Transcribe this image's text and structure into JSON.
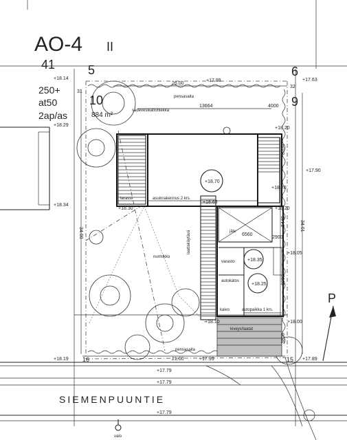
{
  "zoning": {
    "code": "AO-4",
    "floors": "II",
    "block": "41",
    "area_right": "250+",
    "at": "at50",
    "parking": "2ap/as",
    "plot_no": "10",
    "plot_area": "884 m²"
  },
  "boundary_points": {
    "p5": "5",
    "p6": "6",
    "p9": "9",
    "p31": "31",
    "p32": "32",
    "p16": "16",
    "p15": "15"
  },
  "levels": {
    "nw": "+18.14",
    "ne": "+17.63",
    "top": "+17.88",
    "w1": "+18.29",
    "w2": "+18.34",
    "w3": "+18.30",
    "e1": "+18.20",
    "e2": "+17.90",
    "e3": "+18.20",
    "e4": "+18.05",
    "e5": "+18.00",
    "bottom_left": "+18.19",
    "bottom_mid": "+17.93",
    "bottom_right": "+17.89",
    "street1": "+17.79",
    "street2": "+17.79",
    "street3": "+17.79",
    "house": "+18.70",
    "terrace_a": "+18.65",
    "garage": "+18.35",
    "carport": "+18.25",
    "entry": "+18.10",
    "e_lev": "+18.20"
  },
  "dims": {
    "top": "26.00",
    "bottom": "21.00",
    "west": "34.00",
    "east": "34.01",
    "house_w": "13664",
    "east_w": "4000",
    "bld_h": "8554",
    "gar_h": "5448",
    "gar_w": "6560",
    "gar_w2": "2900",
    "cp_h": "6000",
    "cp_h2": "3800"
  },
  "labels": {
    "pensasaita_top": "pensasaita",
    "pensasaita_bottom": "pensasaita",
    "kattolahde": "sadevesikattohiekka",
    "terassi": "terassi",
    "house": "asuinrakennus 2 krs.",
    "nurmikko": "nurmikko",
    "varasto": "varasto",
    "autokatos": "autokatos",
    "autopaikka": "autopaikka 1 krs.",
    "kiveys": "kiveys/laatat",
    "kaivo": "kaivo",
    "jate": "jäte",
    "lattia": "laattakäytävä",
    "north": "P",
    "street": "SIEMENPUUNTIE",
    "valo": "valo"
  },
  "colors": {
    "paving": "#bfbfbf",
    "line": "#222222"
  }
}
